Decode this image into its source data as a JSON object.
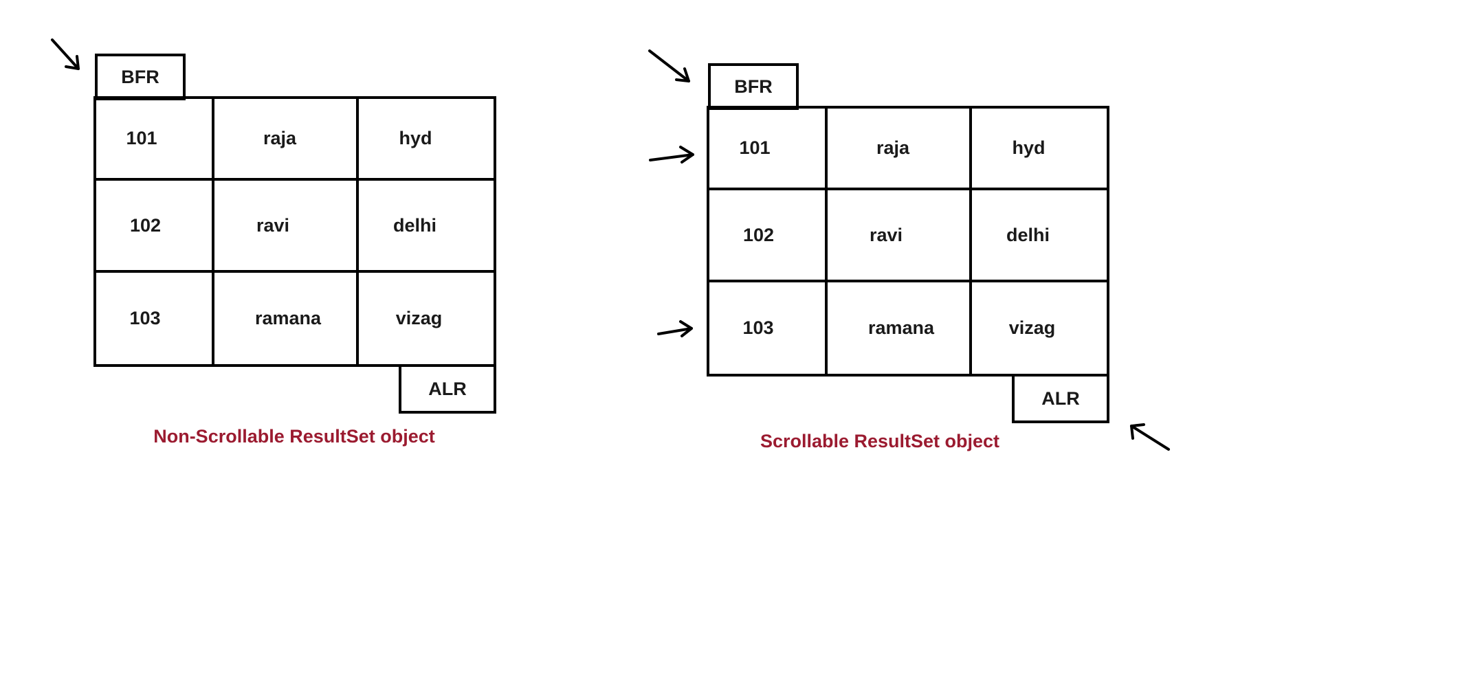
{
  "colors": {
    "line": "#000000",
    "text": "#1a1a1a",
    "caption": "#9b1b30"
  },
  "left": {
    "bfr": "BFR",
    "alr": "ALR",
    "rows": [
      [
        "101",
        "raja",
        "hyd"
      ],
      [
        "102",
        "ravi",
        "delhi"
      ],
      [
        "103",
        "ramana",
        "vizag"
      ]
    ],
    "caption": "Non-Scrollable ResultSet object"
  },
  "right": {
    "bfr": "BFR",
    "alr": "ALR",
    "rows": [
      [
        "101",
        "raja",
        "hyd"
      ],
      [
        "102",
        "ravi",
        "delhi"
      ],
      [
        "103",
        "ramana",
        "vizag"
      ]
    ],
    "caption": "Scrollable ResultSet object"
  },
  "arrows": {
    "left": [
      "arrow-icon"
    ],
    "right": [
      "arrow-icon",
      "arrow-icon",
      "arrow-icon",
      "arrow-icon"
    ]
  }
}
